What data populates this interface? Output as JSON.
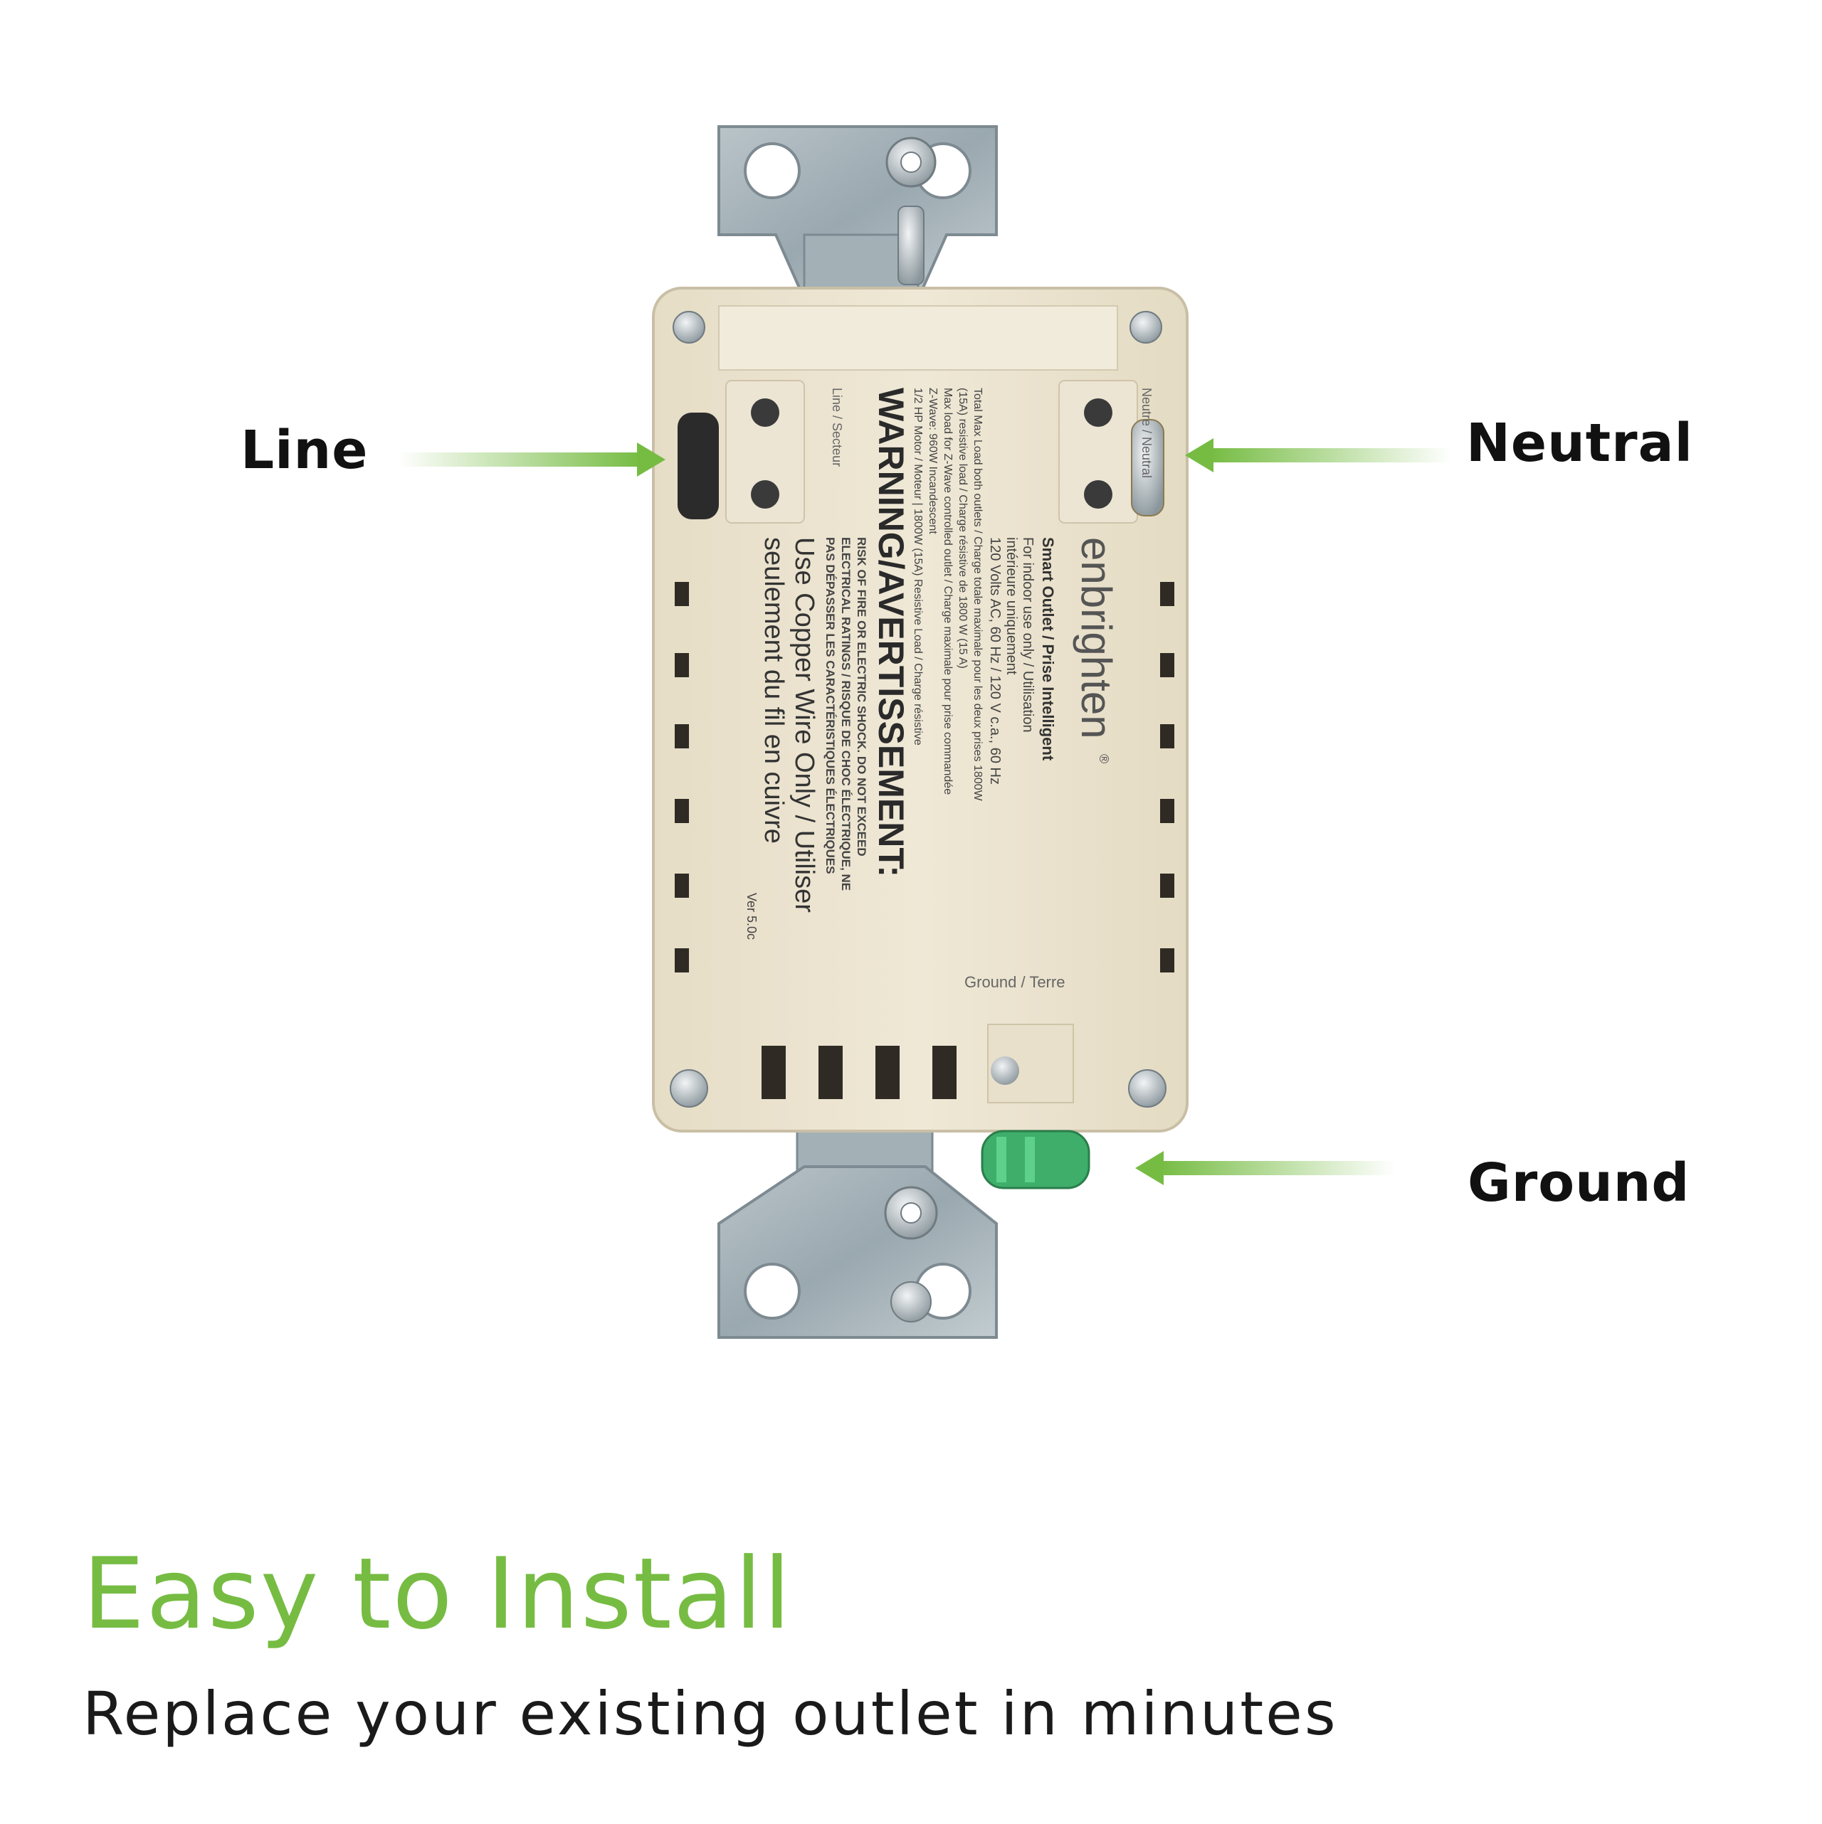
{
  "callouts": {
    "line": "Line",
    "neutral": "Neutral",
    "ground": "Ground"
  },
  "headline": "Easy to Install",
  "subline": "Replace your existing outlet in minutes",
  "device_label": {
    "brand": "enbrighten",
    "registered": "®",
    "product": "Smart Outlet / Prise Intelligent",
    "spec_lines": [
      "For indoor use only / Utilisation",
      "intérieure uniquement",
      "120 Volts AC, 60 Hz / 120 V c.a., 60 Hz",
      "Total Max Load both outlets / Charge totale maximale pour les deux prises 1800W",
      "(15A) resistive load / Charge résistive de 1800 W (15 A)",
      "Max load for Z-Wave controlled outlet / Charge maximale pour prise commandée",
      "Z-Wave: 960W Incandescent",
      "1/2 HP Motor / Moteur | 1800W (15A) Resistive Load / Charge résistive"
    ],
    "warning_title": "WARNING/AVERTISSEMENT:",
    "warning_lines": [
      "RISK OF FIRE OR ELECTRIC SHOCK. DO NOT EXCEED",
      "ELECTRICAL RATINGS / RISQUE DE CHOC ÉLECTRIQUE, NE",
      "PAS DÉPASSER LES CARACTÉRISTIQUES ÉLECTRIQUES"
    ],
    "copper_lines": [
      "Use Copper Wire Only / Utiliser",
      "seulement du fil en cuivre"
    ],
    "version": "Ver 5.0c",
    "terminal_neutral": "Neutre / Neutral",
    "terminal_line": "Line / Secteur",
    "terminal_ground": "Ground / Terre"
  },
  "colors": {
    "accent_green": "#76bc43",
    "housing": "#ece4d0",
    "strap_metal": "#a6b3ba",
    "ground_screw": "#3fae6b",
    "text_dark": "#111111"
  }
}
